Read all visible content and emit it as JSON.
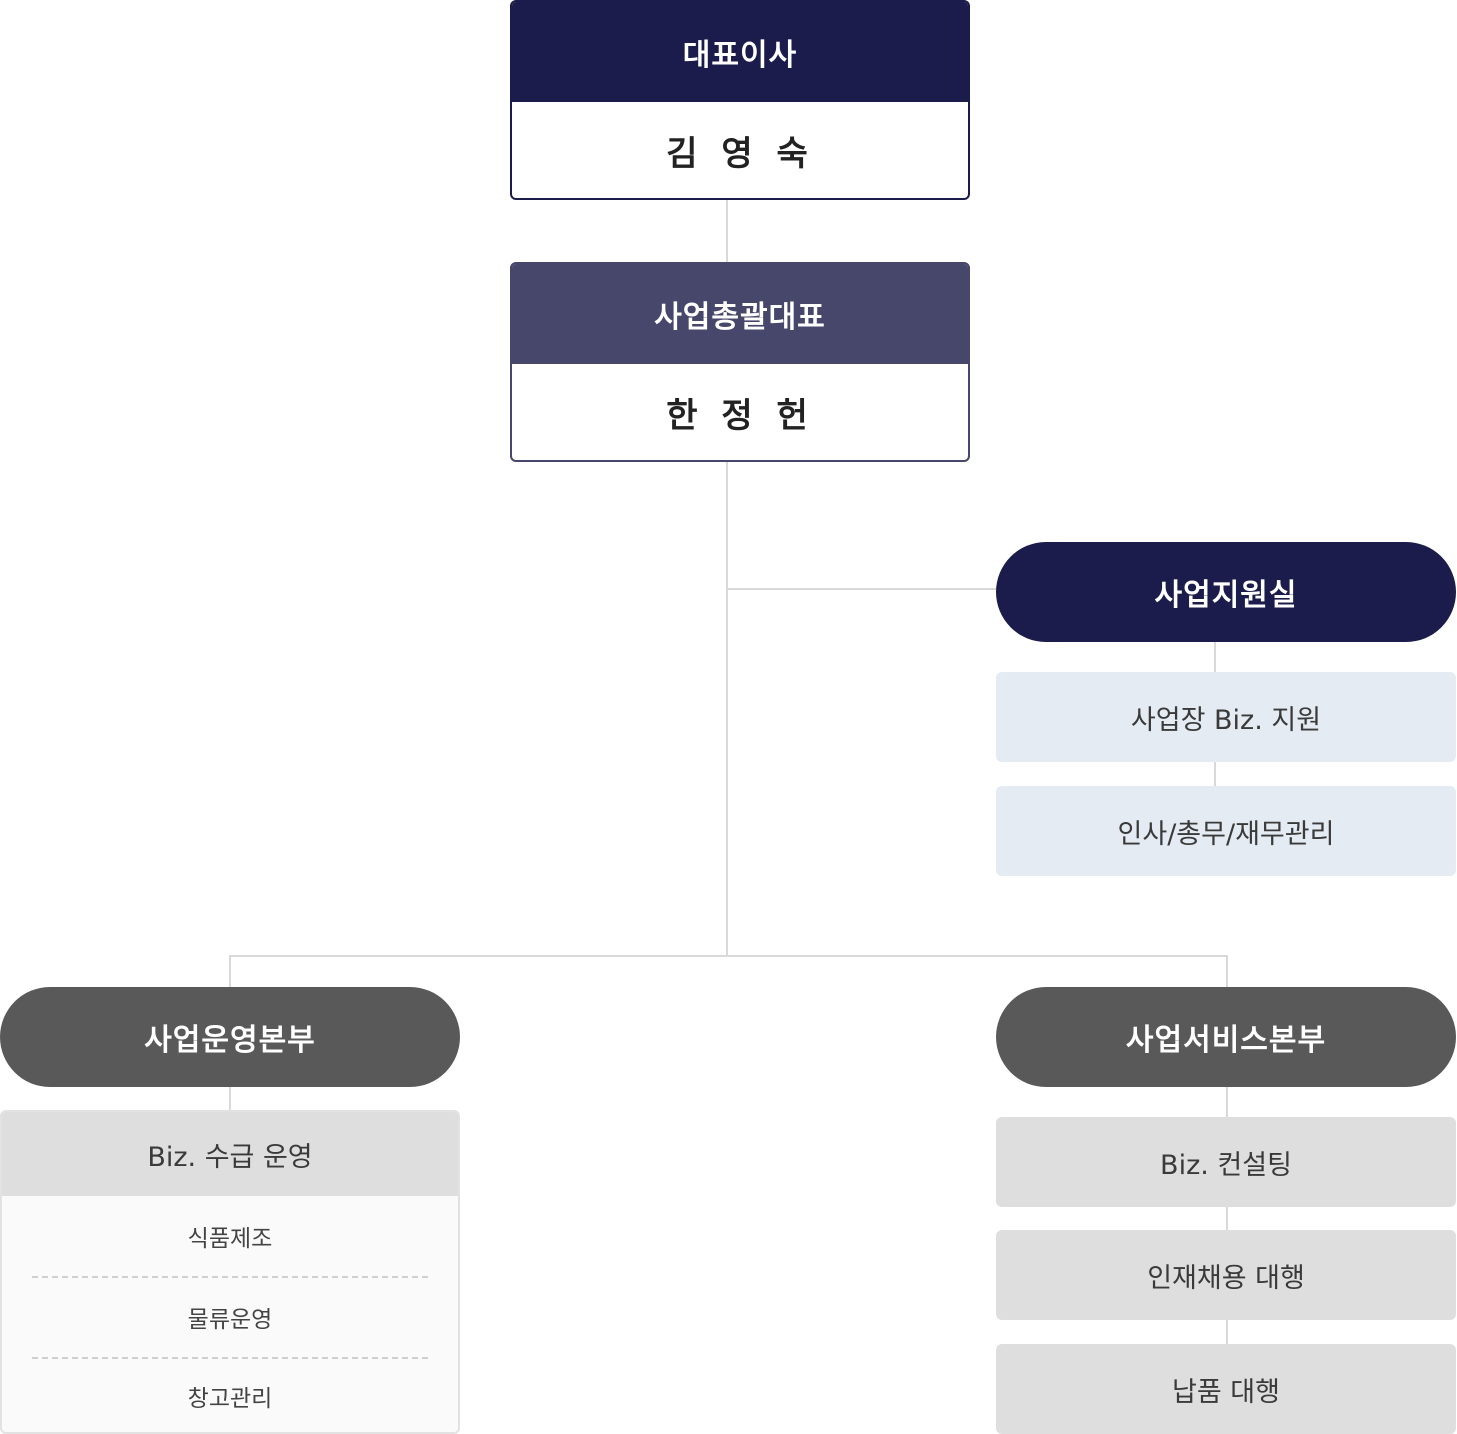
{
  "colors": {
    "ceo_navy": "#1c1c4c",
    "gm_slate": "#46476b",
    "support_navy": "#1c1c4c",
    "dept_gray": "#595959",
    "support_box": "#e4ebf2",
    "gray_box": "#dedede",
    "line": "#d9d9d9"
  },
  "ceo": {
    "title": "대표이사",
    "name": "김 영 숙"
  },
  "gm": {
    "title": "사업총괄대표",
    "name": "한 정 헌"
  },
  "support_office": {
    "label": "사업지원실",
    "items": [
      "사업장 Biz. 지원",
      "인사/총무/재무관리"
    ]
  },
  "operations": {
    "label": "사업운영본부",
    "header": "Biz. 수급 운영",
    "items": [
      "식품제조",
      "물류운영",
      "창고관리"
    ]
  },
  "services": {
    "label": "사업서비스본부",
    "items": [
      "Biz. 컨설팅",
      "인재채용 대행",
      "납품 대행"
    ]
  }
}
